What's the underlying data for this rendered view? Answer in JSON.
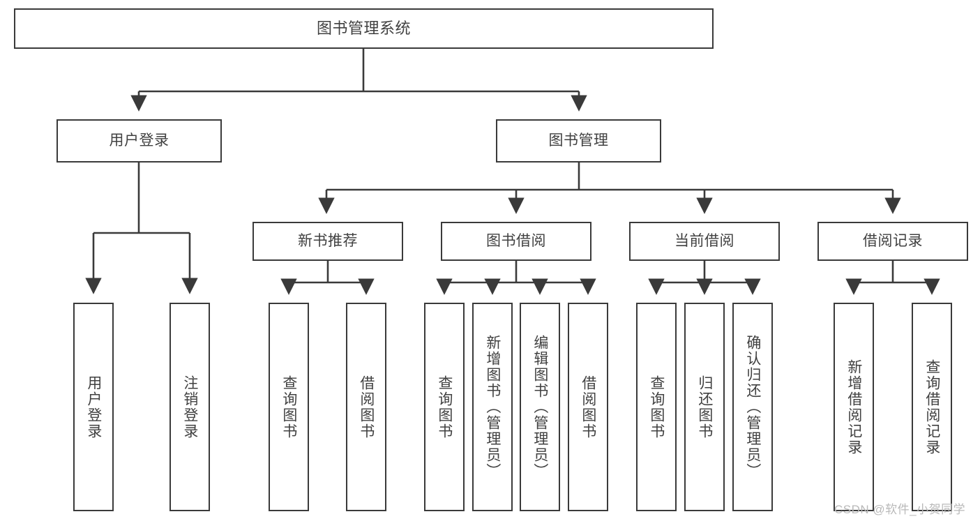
{
  "diagram": {
    "title": "图书管理系统",
    "type": "hierarchy-tree",
    "colors": {
      "box_border": "#3a3a3a",
      "box_fill": "#ffffff",
      "line": "#3a3a3a",
      "text": "#404040",
      "watermark": "#b9b9b9",
      "background": "#ffffff"
    },
    "root": {
      "label": "图书管理系统"
    },
    "level2": [
      {
        "label": "用户登录"
      },
      {
        "label": "图书管理"
      }
    ],
    "level3": [
      {
        "label": "新书推荐"
      },
      {
        "label": "图书借阅"
      },
      {
        "label": "当前借阅"
      },
      {
        "label": "借阅记录"
      }
    ],
    "leaves": {
      "user_login": [
        {
          "label": "用户登录"
        },
        {
          "label": "注销登录"
        }
      ],
      "new_book_recommend": [
        {
          "label": "查询图书"
        },
        {
          "label": "借阅图书"
        }
      ],
      "book_borrow": [
        {
          "label": "查询图书"
        },
        {
          "label": "新增图书（管理员）"
        },
        {
          "label": "编辑图书（管理员）"
        },
        {
          "label": "借阅图书"
        }
      ],
      "current_borrow": [
        {
          "label": "查询图书"
        },
        {
          "label": "归还图书"
        },
        {
          "label": "确认归还（管理员）"
        }
      ],
      "borrow_record": [
        {
          "label": "新增借阅记录"
        },
        {
          "label": "查询借阅记录"
        }
      ]
    },
    "watermark": "CSDN @软件_小贺同学"
  }
}
